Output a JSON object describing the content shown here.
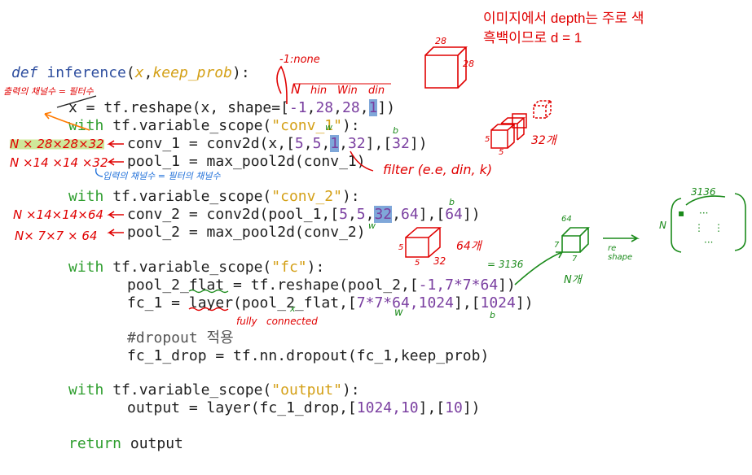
{
  "note_top": {
    "line1": "이미지에서 depth는 주로 색",
    "line2": "흑백이므로 d = 1"
  },
  "code": {
    "def_kw": "def",
    "fn_name": "inference",
    "paren_open": "(",
    "arg_x": "x",
    "comma_sep": ",",
    "arg_keep": "keep_prob",
    "paren_close": "):",
    "l2_pre": "x = tf.reshape(x, shape=[",
    "l2_n1": "-1",
    "l2_c1": ",",
    "l2_n2": "28",
    "l2_c2": ",",
    "l2_n3": "28",
    "l2_c3": ",",
    "l2_n4": "1",
    "l2_post": "])",
    "with_kw": "with",
    "scope_pre": " tf.variable_scope(",
    "scope1": "\"conv_1\"",
    "scope2": "\"conv_2\"",
    "scope3": "\"fc\"",
    "scope4": "\"output\"",
    "scope_post": "):",
    "l4_pre": "conv_1 = conv2d(x,[",
    "l4_n1": "5",
    "l4_c1": ",",
    "l4_n2": "5",
    "l4_c2": ",",
    "l4_n3": "1",
    "l4_c3": ",",
    "l4_n4": "32",
    "l4_mid": "],[",
    "l4_n5": "32",
    "l4_post": "])",
    "l5": "pool_1 = max_pool2d(conv_1)",
    "l7_pre": "conv_2 = conv2d(pool_1,[",
    "l7_n1": "5",
    "l7_c1": ",",
    "l7_n2": "5",
    "l7_c2": ",",
    "l7_n3": "32",
    "l7_c3": ",",
    "l7_n4": "64",
    "l7_mid": "],[",
    "l7_n5": "64",
    "l7_post": "])",
    "l8": "pool_2 = max_pool2d(conv_2)",
    "l10_pre": "pool_2_flat = tf.reshape(pool_2,[",
    "l10_n": "-1,7*7*64",
    "l10_post": "])",
    "l11_pre": "fc_1 = layer(pool_2_flat,[",
    "l11_n1": "7*7*64,1024",
    "l11_mid": "],[",
    "l11_n2": "1024",
    "l11_post": "])",
    "l12": "#dropout 적용",
    "l13": "fc_1_drop = tf.nn.dropout(fc_1,keep_prob)",
    "l15_pre": "output = layer(fc_1_drop,[",
    "l15_n1": "1024,10",
    "l15_mid": "],[",
    "l15_n2": "10",
    "l15_post": "])",
    "return_kw": "return",
    "return_val": " output"
  },
  "annotations": {
    "none_note": "-1:none",
    "nhwd_n": "N",
    "nhwd_h": "hin",
    "nhwd_w": "Win",
    "nhwd_d": "din",
    "out_channels": "출력의 채널수 = 필터수",
    "in_channels": "입력의 채널수 = 필터의 채널수",
    "conv1_shape": "N × 28×28×32",
    "pool1_shape": "N ×14 ×14 ×32",
    "conv2_shape": "N ×14×14×64",
    "pool2_shape": "N× 7×7 × 64",
    "filter_note": "filter (e.e, din, k)",
    "w_mark": "w",
    "b_mark": "b",
    "w_mark2": "w",
    "b_mark2": "b",
    "w_mark3": "w",
    "b_mark3": "b",
    "x_mark": "x",
    "fully_connected": "fully   connected",
    "cube1_28a": "28",
    "cube1_28b": "28",
    "filter1_count": "32개",
    "filter1_5a": "5",
    "filter1_5b": "5",
    "filter2_count": "64개",
    "filter2_5a": "5",
    "filter2_5b": "5",
    "filter2_32": "32",
    "flat_3136": "= 3136",
    "cube3_64": "64",
    "cube3_7a": "7",
    "cube3_7b": "7",
    "n_count": "N개",
    "reshape_note": "re\nshape",
    "matrix_3136": "3136",
    "matrix_n": "N"
  }
}
